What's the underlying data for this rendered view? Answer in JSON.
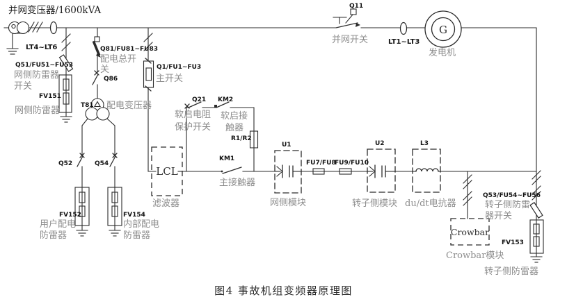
{
  "title": "并网变压器/1600kVA",
  "caption": "图4 事故机组变频器原理图",
  "colors": {
    "wire": "#2b2b2b",
    "code_text": "#141414",
    "label_text": "#8d8d8d",
    "background": "#ffffff"
  },
  "grid_side": {
    "ct": "LT4~LT6",
    "surge_switch_code": "Q51/FU51~FU53",
    "surge_switch_line1": "网侧防雷器",
    "surge_switch_line2": "开关",
    "arrester_code": "FV151",
    "arrester_name": "网侧防雷器"
  },
  "distribution": {
    "main_switch_code": "Q81/FU81~FU83",
    "main_switch_line1": "配电总开",
    "main_switch_line2": "关",
    "isolator_code": "Q86",
    "transformer_code": "T81",
    "transformer_name": "配电变压器",
    "user_switch_code": "Q52",
    "internal_switch_code": "Q54",
    "user_arrester_code": "FV152",
    "user_arrester_line1": "用户配电",
    "user_arrester_line2": "防雷器",
    "internal_arrester_code": "FV154",
    "internal_arrester_line1": "内部配电",
    "internal_arrester_line2": "防雷器"
  },
  "converter": {
    "main_switch_code": "Q1/FU1~FU3",
    "main_switch_name": "主开关",
    "filter_text": "LCL",
    "filter_name": "滤波器",
    "softstart_switch_code": "Q21",
    "softstart_switch_line1": "软启电阻",
    "softstart_switch_line2": "保护开关",
    "softstart_contactor_code": "KM2",
    "softstart_contactor_line1": "软启接",
    "softstart_contactor_line2": "触器",
    "resistor_code": "R1/R2",
    "main_contactor_code": "KM1",
    "main_contactor_name": "主接触器",
    "grid_module_code": "U1",
    "grid_module_name": "网侧模块",
    "fuse_a_code": "FU7/FU8",
    "fuse_b_code": "FU9/FU10",
    "rotor_module_code": "U2",
    "rotor_module_name": "转子侧模块",
    "reactor_code": "L3",
    "reactor_name": "du/dt电抗器"
  },
  "generator_side": {
    "breaker_code": "Q11",
    "breaker_name": "并网开关",
    "ct": "LT1~LT3",
    "generator_letter": "G",
    "generator_name": "发电机"
  },
  "rotor_side": {
    "crowbar_text": "Crowbar",
    "crowbar_name": "Crowbar模块",
    "surge_switch_code": "Q53/FU54~FU56",
    "surge_switch_line1": "转子侧防雷",
    "surge_switch_line2": "器开关",
    "arrester_code": "FV153",
    "arrester_name": "转子侧防雷器"
  }
}
